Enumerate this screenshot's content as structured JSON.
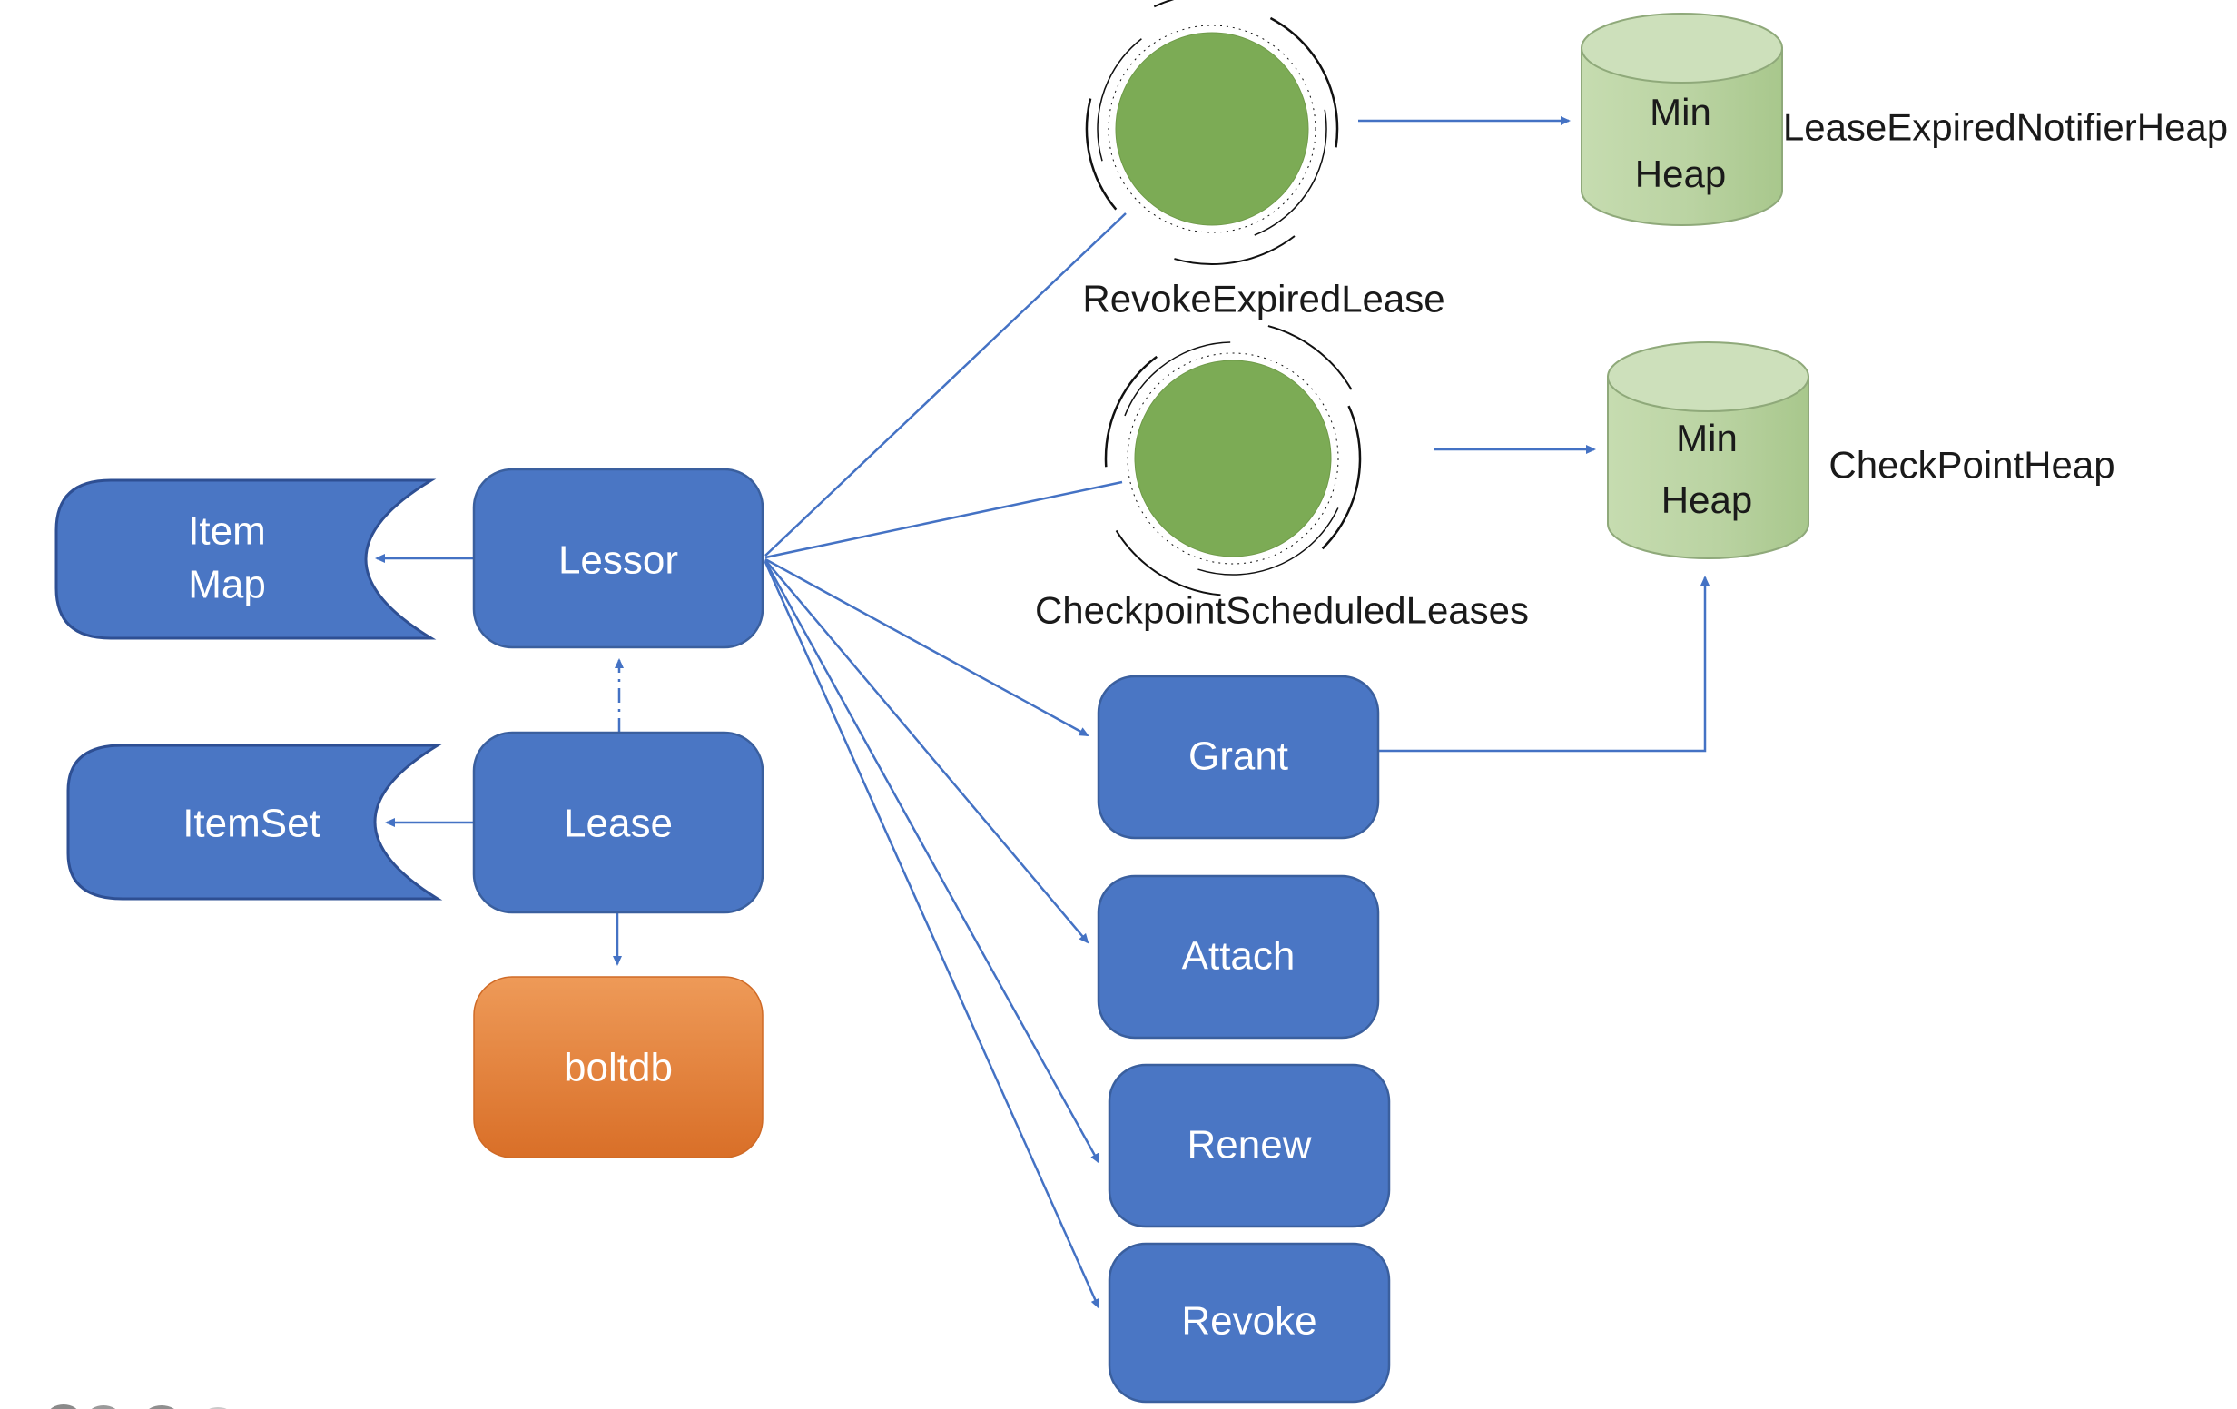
{
  "diagram": {
    "nodes": {
      "item_map": {
        "label_line1": "Item",
        "label_line2": "Map"
      },
      "lessor": {
        "label": "Lessor"
      },
      "item_set": {
        "label": "ItemSet"
      },
      "lease": {
        "label": "Lease"
      },
      "boltdb": {
        "label": "boltdb"
      },
      "grant": {
        "label": "Grant"
      },
      "attach": {
        "label": "Attach"
      },
      "renew": {
        "label": "Renew"
      },
      "revoke": {
        "label": "Revoke"
      },
      "min_heap_1": {
        "line1": "Min",
        "line2": "Heap"
      },
      "min_heap_2": {
        "line1": "Min",
        "line2": "Heap"
      }
    },
    "annotations": {
      "revoke_expired_lease": "RevokeExpiredLease",
      "checkpoint_scheduled_leases": "CheckpointScheduledLeases",
      "lease_expired_notifier_heap": "LeaseExpiredNotifierHeap",
      "check_point_heap": "CheckPointHeap"
    },
    "colors": {
      "node_blue": "#4a76c4",
      "node_blue_border": "#3a5f9e",
      "edge_blue": "#4472c4",
      "stored_border": "#2e4f93",
      "orange_top": "#ee9a58",
      "orange_bottom": "#d96f28",
      "green_circle": "#7cab55",
      "cylinder_fill_a": "#c6dcb0",
      "cylinder_fill_b": "#a8c78c",
      "cylinder_top": "#cde0bb",
      "cylinder_border": "#8fa97a",
      "label_black": "#1a1a1a",
      "white": "#ffffff"
    }
  }
}
